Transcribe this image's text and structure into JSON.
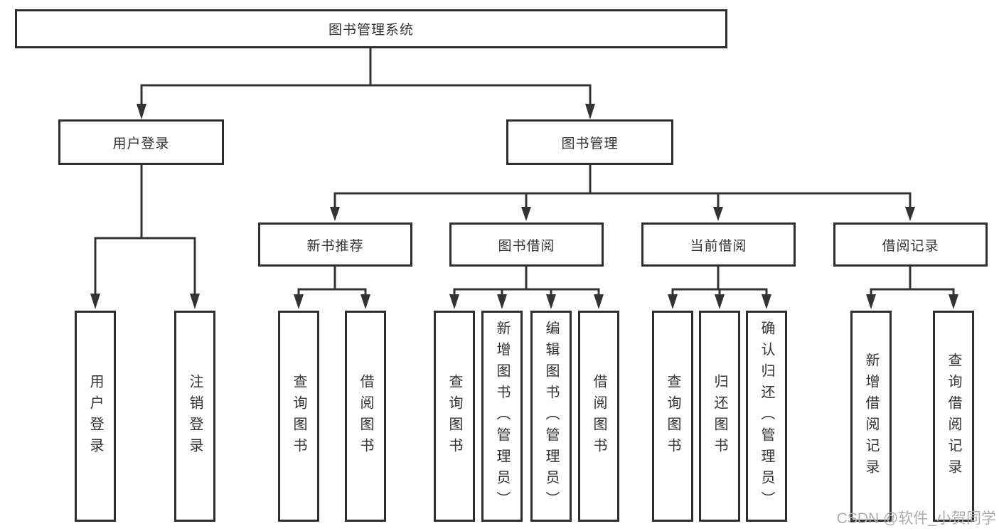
{
  "diagram": {
    "type": "hierarchy-tree",
    "nodes": {
      "root": "图书管理系统",
      "user_login": "用户登录",
      "book_management": "图书管理",
      "new_book_recommend": "新书推荐",
      "book_borrow": "图书借阅",
      "current_borrow": "当前借阅",
      "borrow_record": "借阅记录",
      "leaf_user_login": "用户登录",
      "leaf_logout": "注销登录",
      "leaf_rec_query": "查询图书",
      "leaf_rec_borrow": "借阅图书",
      "leaf_bb_query": "查询图书",
      "leaf_bb_add": "新增图书（管理员）",
      "leaf_bb_edit": "编辑图书（管理员）",
      "leaf_bb_borrow": "借阅图书",
      "leaf_cb_query": "查询图书",
      "leaf_cb_return": "归还图书",
      "leaf_cb_confirm": "确认归还（管理员）",
      "leaf_br_add": "新增借阅记录",
      "leaf_br_query": "查询借阅记录"
    },
    "structure": {
      "图书管理系统": {
        "用户登录": [
          "用户登录",
          "注销登录"
        ],
        "图书管理": {
          "新书推荐": [
            "查询图书",
            "借阅图书"
          ],
          "图书借阅": [
            "查询图书",
            "新增图书（管理员）",
            "编辑图书（管理员）",
            "借阅图书"
          ],
          "当前借阅": [
            "查询图书",
            "归还图书",
            "确认归还（管理员）"
          ],
          "借阅记录": [
            "新增借阅记录",
            "查询借阅记录"
          ]
        }
      }
    },
    "colors": {
      "background": "#ffffff",
      "box_border": "#2e2e2e",
      "line": "#333333",
      "text": "#333333",
      "watermark": "#adadad"
    }
  },
  "watermark": {
    "text": "CSDN @软件_小贺同学"
  }
}
